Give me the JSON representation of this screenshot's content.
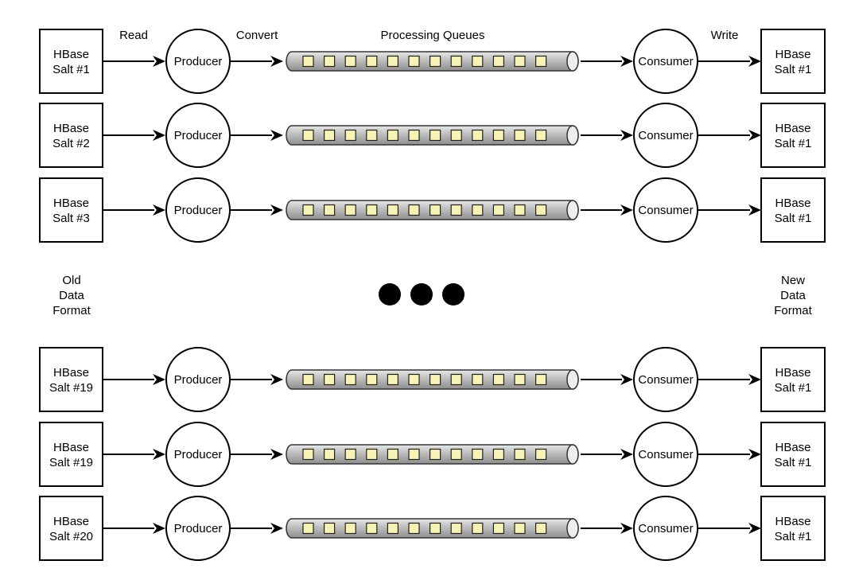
{
  "headers": {
    "read": "Read",
    "convert": "Convert",
    "queues": "Processing Queues",
    "write": "Write"
  },
  "side_labels": {
    "left": [
      "Old",
      "Data",
      "Format"
    ],
    "right": [
      "New",
      "Data",
      "Format"
    ]
  },
  "producer_label": "Producer",
  "consumer_label": "Consumer",
  "queue_slots": 12,
  "rows": [
    {
      "source": [
        "HBase",
        "Salt #1"
      ],
      "target": [
        "HBase",
        "Salt #1"
      ]
    },
    {
      "source": [
        "HBase",
        "Salt #2"
      ],
      "target": [
        "HBase",
        "Salt #1"
      ]
    },
    {
      "source": [
        "HBase",
        "Salt #3"
      ],
      "target": [
        "HBase",
        "Salt #1"
      ]
    },
    {
      "source": [
        "HBase",
        "Salt #19"
      ],
      "target": [
        "HBase",
        "Salt #1"
      ]
    },
    {
      "source": [
        "HBase",
        "Salt #19"
      ],
      "target": [
        "HBase",
        "Salt #1"
      ]
    },
    {
      "source": [
        "HBase",
        "Salt #20"
      ],
      "target": [
        "HBase",
        "Salt #1"
      ]
    }
  ],
  "colors": {
    "queue_fill": "#b5b5b5",
    "queue_highlight": "#e6e6e6",
    "slot_fill": "#f6f3b4",
    "ellipsis": "#000000"
  }
}
